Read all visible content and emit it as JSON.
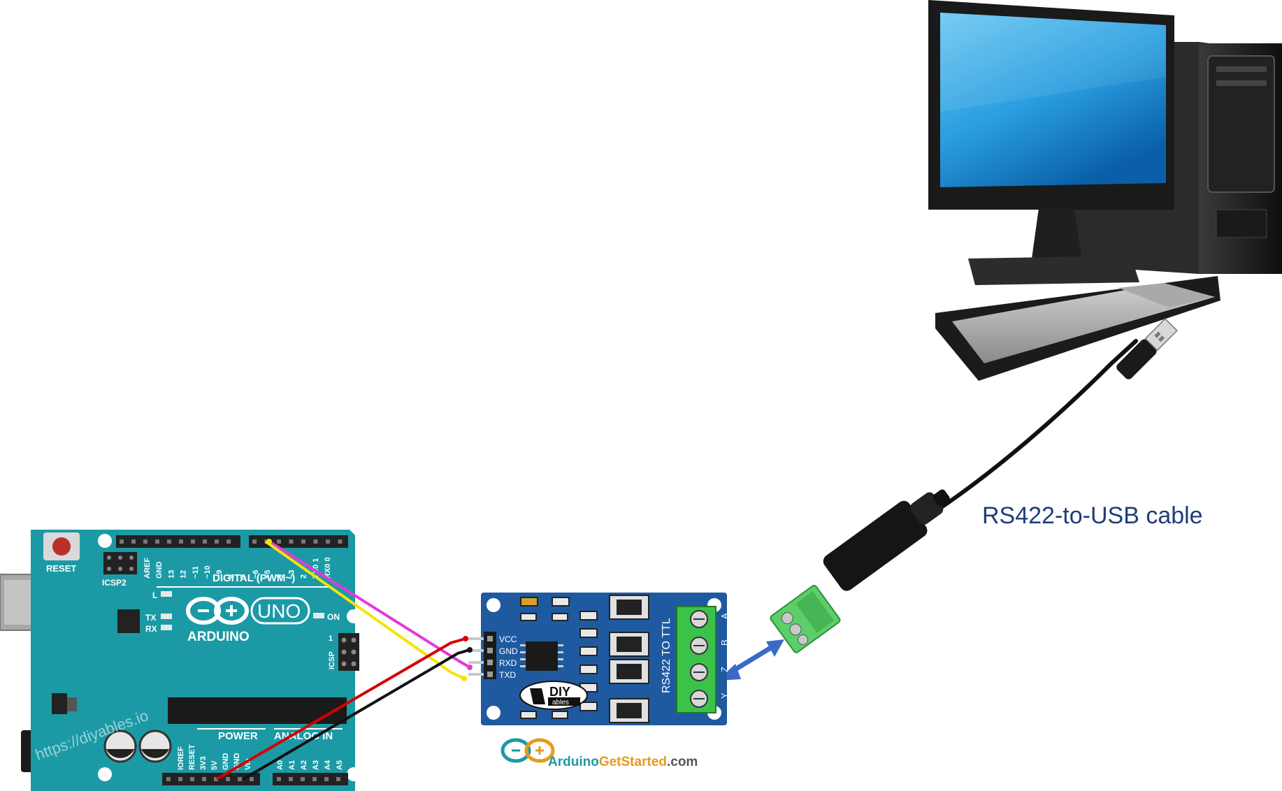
{
  "cable_label": "RS422-to-USB cable",
  "watermark": "https://diyables.io",
  "footer_logo": {
    "part1": "Arduino",
    "part2": "GetStarted",
    "part3": ".com"
  },
  "arduino": {
    "reset_label": "RESET",
    "icsp2_label": "ICSP2",
    "icsp_label": "ICSP",
    "digital_label": "DIGITAL (PWM~)",
    "brand": "ARDUINO",
    "model": "UNO",
    "l_label": "L",
    "tx_label": "TX",
    "rx_label": "RX",
    "on_label": "ON",
    "power_label": "POWER",
    "analog_label": "ANALOG IN",
    "one_label": "1",
    "top_pins": [
      "AREF",
      "GND",
      "13",
      "12",
      "~11",
      "~10",
      "~9",
      "8",
      "7",
      "~6",
      "~5",
      "4",
      "~3",
      "2",
      "TX0 1",
      "RX0 0"
    ],
    "bottom_pins": [
      "IOREF",
      "RESET",
      "3V3",
      "5V",
      "GND",
      "GND",
      "Vin",
      "A0",
      "A1",
      "A2",
      "A3",
      "A4",
      "A5"
    ]
  },
  "module": {
    "pins": [
      "VCC",
      "GND",
      "RXD",
      "TXD"
    ],
    "title": "RS422 TO TTL",
    "terminals": [
      "A",
      "B",
      "Z",
      "Y"
    ],
    "brand_top": "DIY",
    "brand_bottom": "ables"
  },
  "colors": {
    "arduino_board": "#1b9aa6",
    "module_board": "#1f5aa0",
    "terminal_green": "#3cc24a",
    "arrow_blue": "#3b69c7",
    "label_navy": "#1f3d7a",
    "wire_red": "#d40000",
    "wire_black": "#111111",
    "wire_yellow": "#f5e400",
    "wire_magenta": "#e33ad8"
  }
}
